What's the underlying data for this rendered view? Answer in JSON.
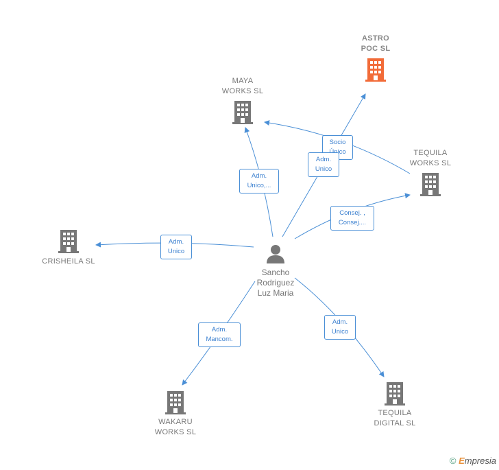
{
  "colors": {
    "edge": "#4a8fd6",
    "node": "#777777",
    "highlight": "#f26b38"
  },
  "center": {
    "name": "Sancho\nRodriguez\nLuz Maria",
    "icon": "person-icon"
  },
  "nodes": [
    {
      "id": "astro",
      "label": "ASTRO\nPOC  SL",
      "highlight": true
    },
    {
      "id": "maya",
      "label": "MAYA\nWORKS  SL",
      "highlight": false
    },
    {
      "id": "tequila1",
      "label": "TEQUILA\nWORKS SL",
      "highlight": false
    },
    {
      "id": "crisheila",
      "label": "CRISHEILA  SL",
      "highlight": false
    },
    {
      "id": "wakaru",
      "label": "WAKARU\nWORKS SL",
      "highlight": false
    },
    {
      "id": "tequila2",
      "label": "TEQUILA\nDIGITAL SL",
      "highlight": false
    }
  ],
  "relations": [
    {
      "id": "r-astro",
      "label": "Socio\nÚnico"
    },
    {
      "id": "r-maya",
      "label": "Adm.\nUnico,..."
    },
    {
      "id": "r-maya2",
      "label": "Adm.\nUnico"
    },
    {
      "id": "r-tequila1",
      "label": "Consej. ,\nConsej...."
    },
    {
      "id": "r-crisheila",
      "label": "Adm.\nUnico"
    },
    {
      "id": "r-wakaru",
      "label": "Adm.\nMancom."
    },
    {
      "id": "r-tequila2",
      "label": "Adm.\nUnico"
    }
  ],
  "footer": {
    "copyright": "©",
    "brand_e": "E",
    "brand": "mpresia"
  }
}
